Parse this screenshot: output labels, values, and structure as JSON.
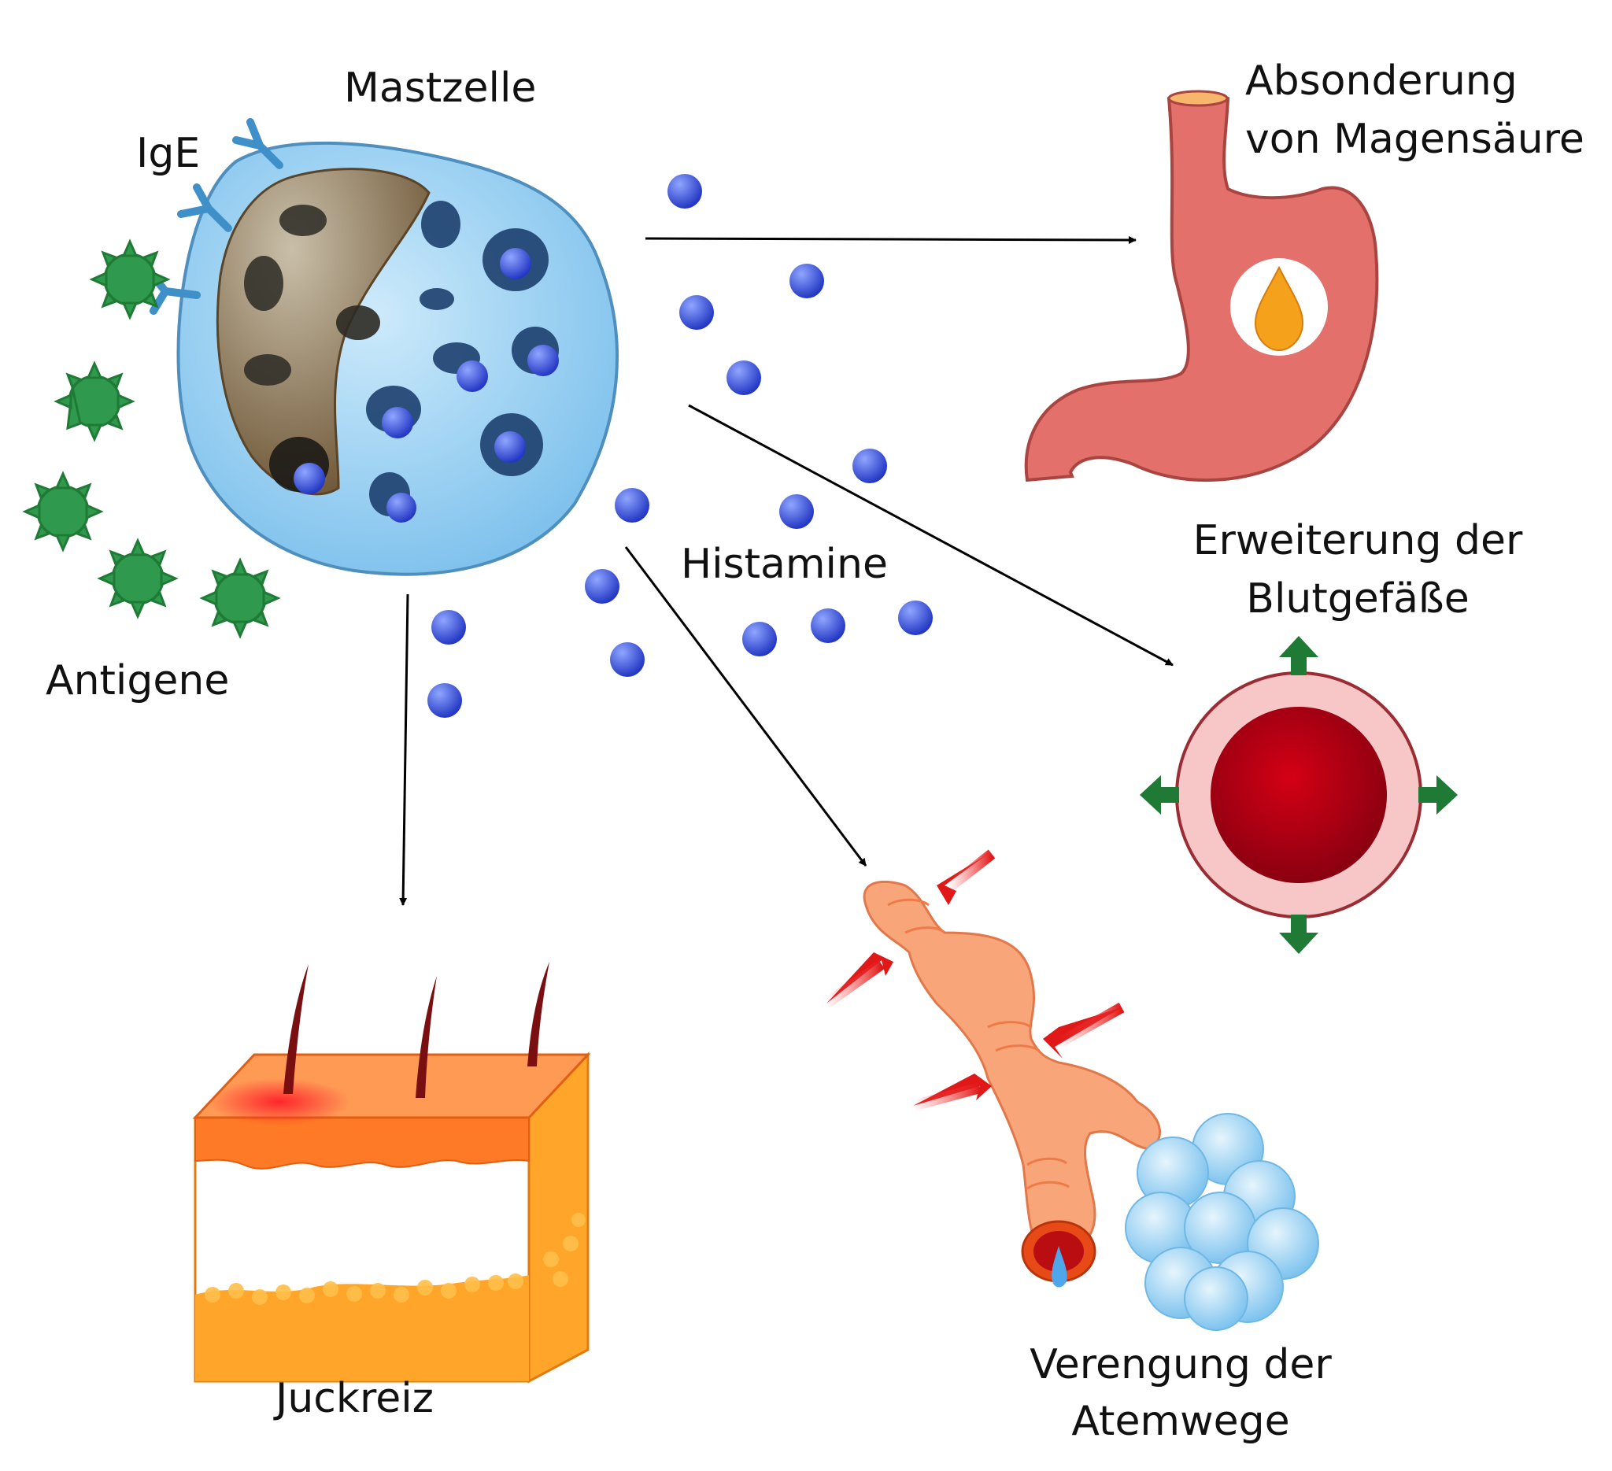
{
  "labels": {
    "mast_cell": "Mastzelle",
    "ige": "IgE",
    "antigens": "Antigene",
    "histamine": "Histamine",
    "stomach_line1": "Absonderung",
    "stomach_line2": "von Magensäure",
    "vessel_line1": "Erweiterung der",
    "vessel_line2": "Blutgefäße",
    "airway_line1": "Verengung der",
    "airway_line2": "Atemwege",
    "itch": "Juckreiz"
  },
  "colors": {
    "cell_fill": "#9fd3f4",
    "cell_stroke": "#4f8fbe",
    "nucleus": "#8a7150",
    "granule": "#1d3f6e",
    "histamine": "#3d5bdc",
    "antigen": "#2f9a4d",
    "antibody": "#3f8fc8",
    "stomach": "#e3706b",
    "acid_drop": "#f5a11c",
    "vessel_wall": "#f7c6c7",
    "vessel_lumen": "#b3000f",
    "expand_arrow": "#1f7a35",
    "airway": "#f9a57a",
    "alveoli": "#9fd6f4",
    "constrict_arrow": "#e42b2b",
    "skin_top": "#ff7a26",
    "skin_fat": "#ffa62a",
    "hair": "#7a0f12"
  },
  "icons": [
    "mast-cell-icon",
    "ige-antibody-icon",
    "antigen-icon",
    "histamine-molecule-icon",
    "stomach-icon",
    "acid-drop-icon",
    "blood-vessel-icon",
    "bronchi-icon",
    "alveoli-icon",
    "skin-icon",
    "hair-icon"
  ]
}
